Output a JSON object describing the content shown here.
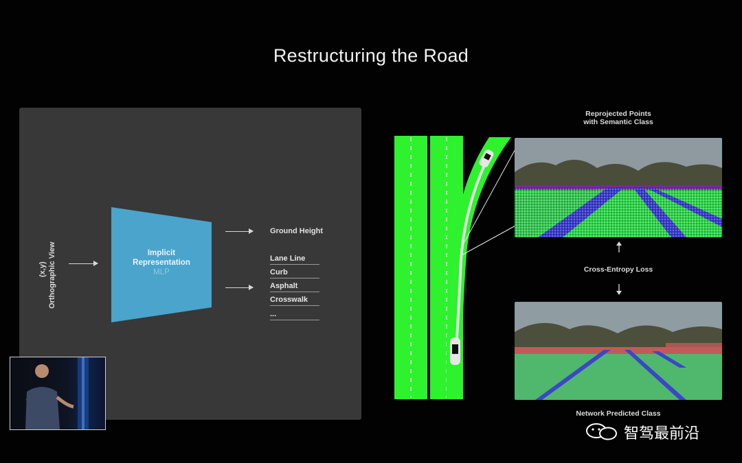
{
  "title": "Restructuring the Road",
  "left_diagram": {
    "input_coord": "(x,y)",
    "input_view": "Orthographic View",
    "box_line1": "Implicit",
    "box_line2": "Representation",
    "box_line3": "MLP",
    "output_top": "Ground Height",
    "classes": [
      "Lane Line",
      "Curb",
      "Asphalt",
      "Crosswalk",
      "..."
    ]
  },
  "right_diagram": {
    "top_caption_line1": "Reprojected Points",
    "top_caption_line2": "with Semantic Class",
    "middle_caption": "Cross-Entropy Loss",
    "bottom_caption": "Network Predicted Class"
  },
  "watermark": {
    "text": "智驾最前沿"
  },
  "colors": {
    "background": "#020202",
    "panel": "#383838",
    "mlp_box": "#4aa4cc",
    "road_green": "#2df22d"
  }
}
